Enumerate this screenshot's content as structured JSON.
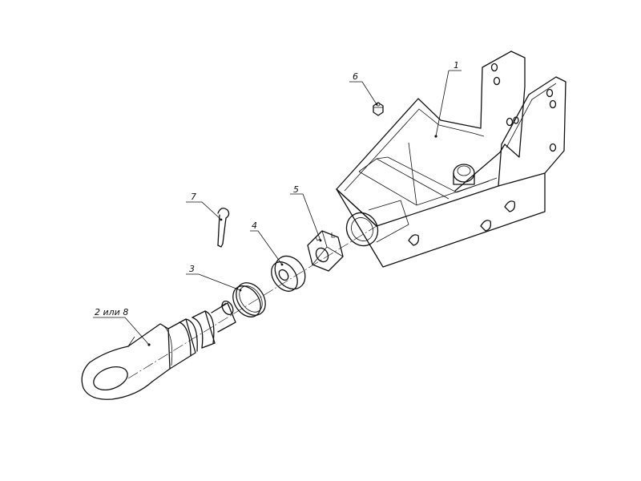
{
  "labels": {
    "housing": "1",
    "tow_eye": "2 или 8",
    "ring": "3",
    "washer": "4",
    "nut": "5",
    "grease_fitting": "6",
    "cotter_pin": "7"
  }
}
